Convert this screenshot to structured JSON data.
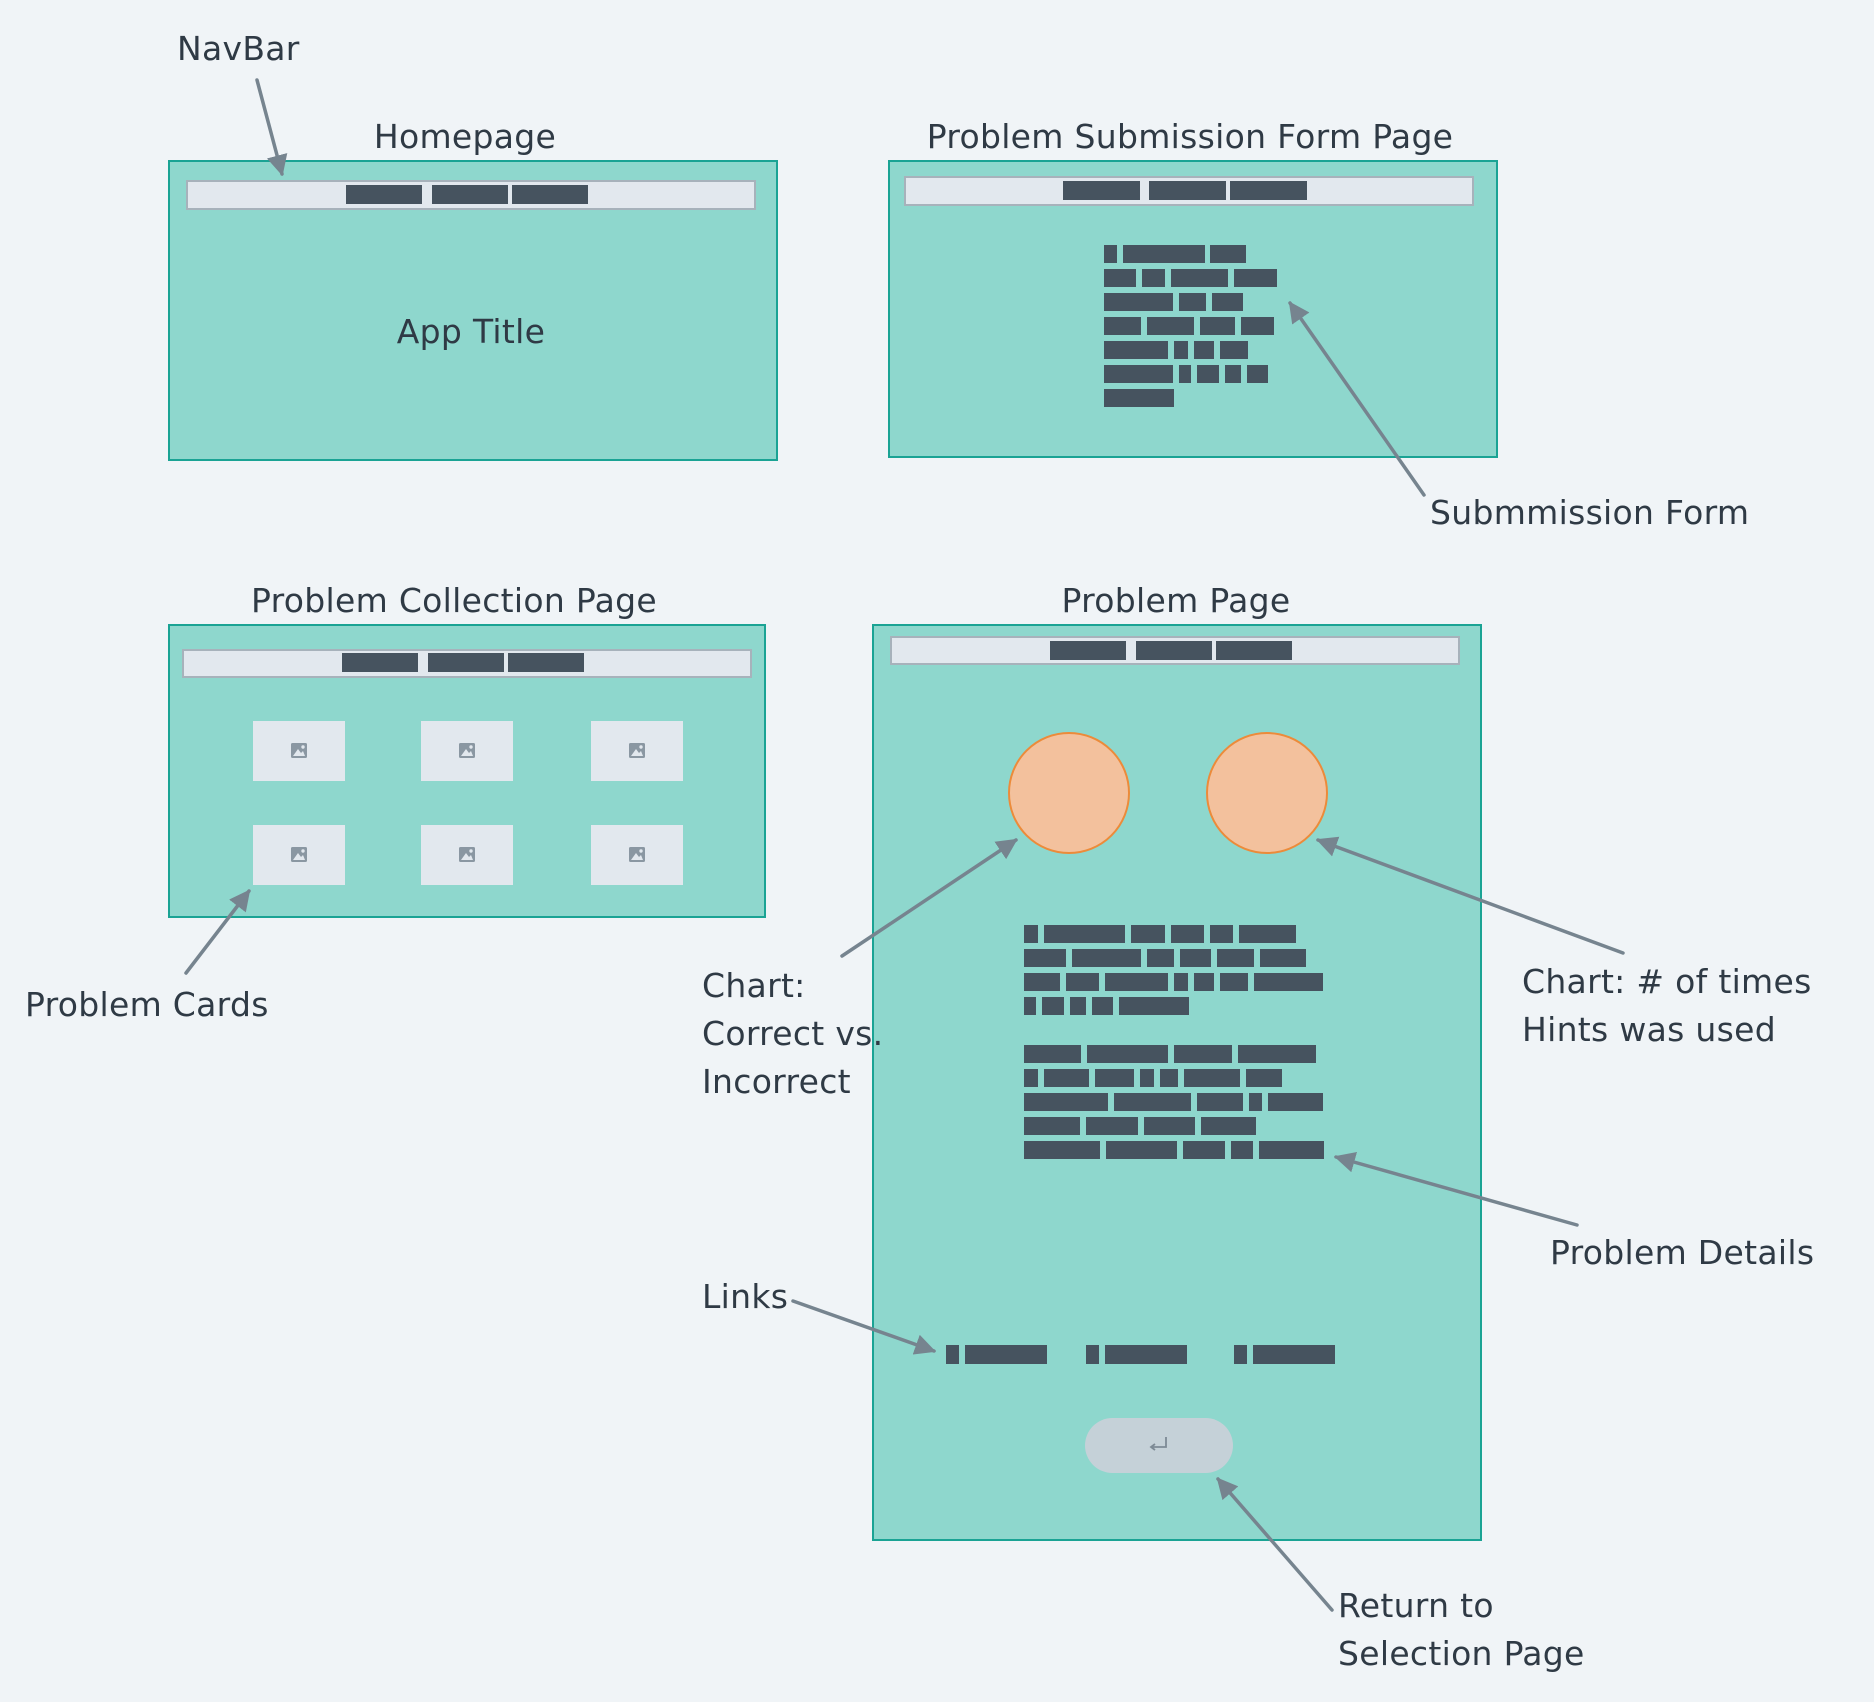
{
  "labels": {
    "navbar": "NavBar",
    "homepage": "Homepage",
    "app_title": "App Title",
    "submission_page": "Problem Submission Form Page",
    "submission_form": "Submmission Form",
    "collection_page": "Problem Collection Page",
    "problem_cards": "Problem Cards",
    "problem_page": "Problem Page",
    "chart_correct": [
      "Chart:",
      "Correct vs.",
      "Incorrect"
    ],
    "chart_hints": [
      "Chart: # of times",
      "Hints was used"
    ],
    "problem_details": "Problem Details",
    "links": "Links",
    "return": [
      "Return to",
      "Selection Page"
    ]
  },
  "icons": {
    "card_image": "image-placeholder-icon",
    "return_button": "return-arrow-icon"
  },
  "colors": {
    "background": "#f0f4f7",
    "wireframe_fill": "#8ed7cd",
    "wireframe_border": "#1aa394",
    "navbar_fill": "#e2e8ee",
    "text_block": "#46535f",
    "chart_fill": "#f3c19d",
    "chart_border": "#ec8b3a",
    "arrow": "#76848f"
  }
}
